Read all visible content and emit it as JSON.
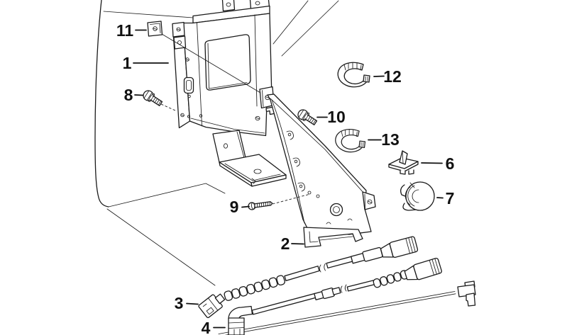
{
  "diagram": {
    "background_color": "#ffffff",
    "line_color": "#1b1b1b",
    "label_color": "#111111",
    "callouts": {
      "n1": {
        "label": "1"
      },
      "n2": {
        "label": "2"
      },
      "n3": {
        "label": "3"
      },
      "n4": {
        "label": "4"
      },
      "n6": {
        "label": "6"
      },
      "n7": {
        "label": "7"
      },
      "n8": {
        "label": "8"
      },
      "n9": {
        "label": "9"
      },
      "n10": {
        "label": "10"
      },
      "n11": {
        "label": "11"
      },
      "n12": {
        "label": "12"
      },
      "n13": {
        "label": "13"
      }
    }
  }
}
